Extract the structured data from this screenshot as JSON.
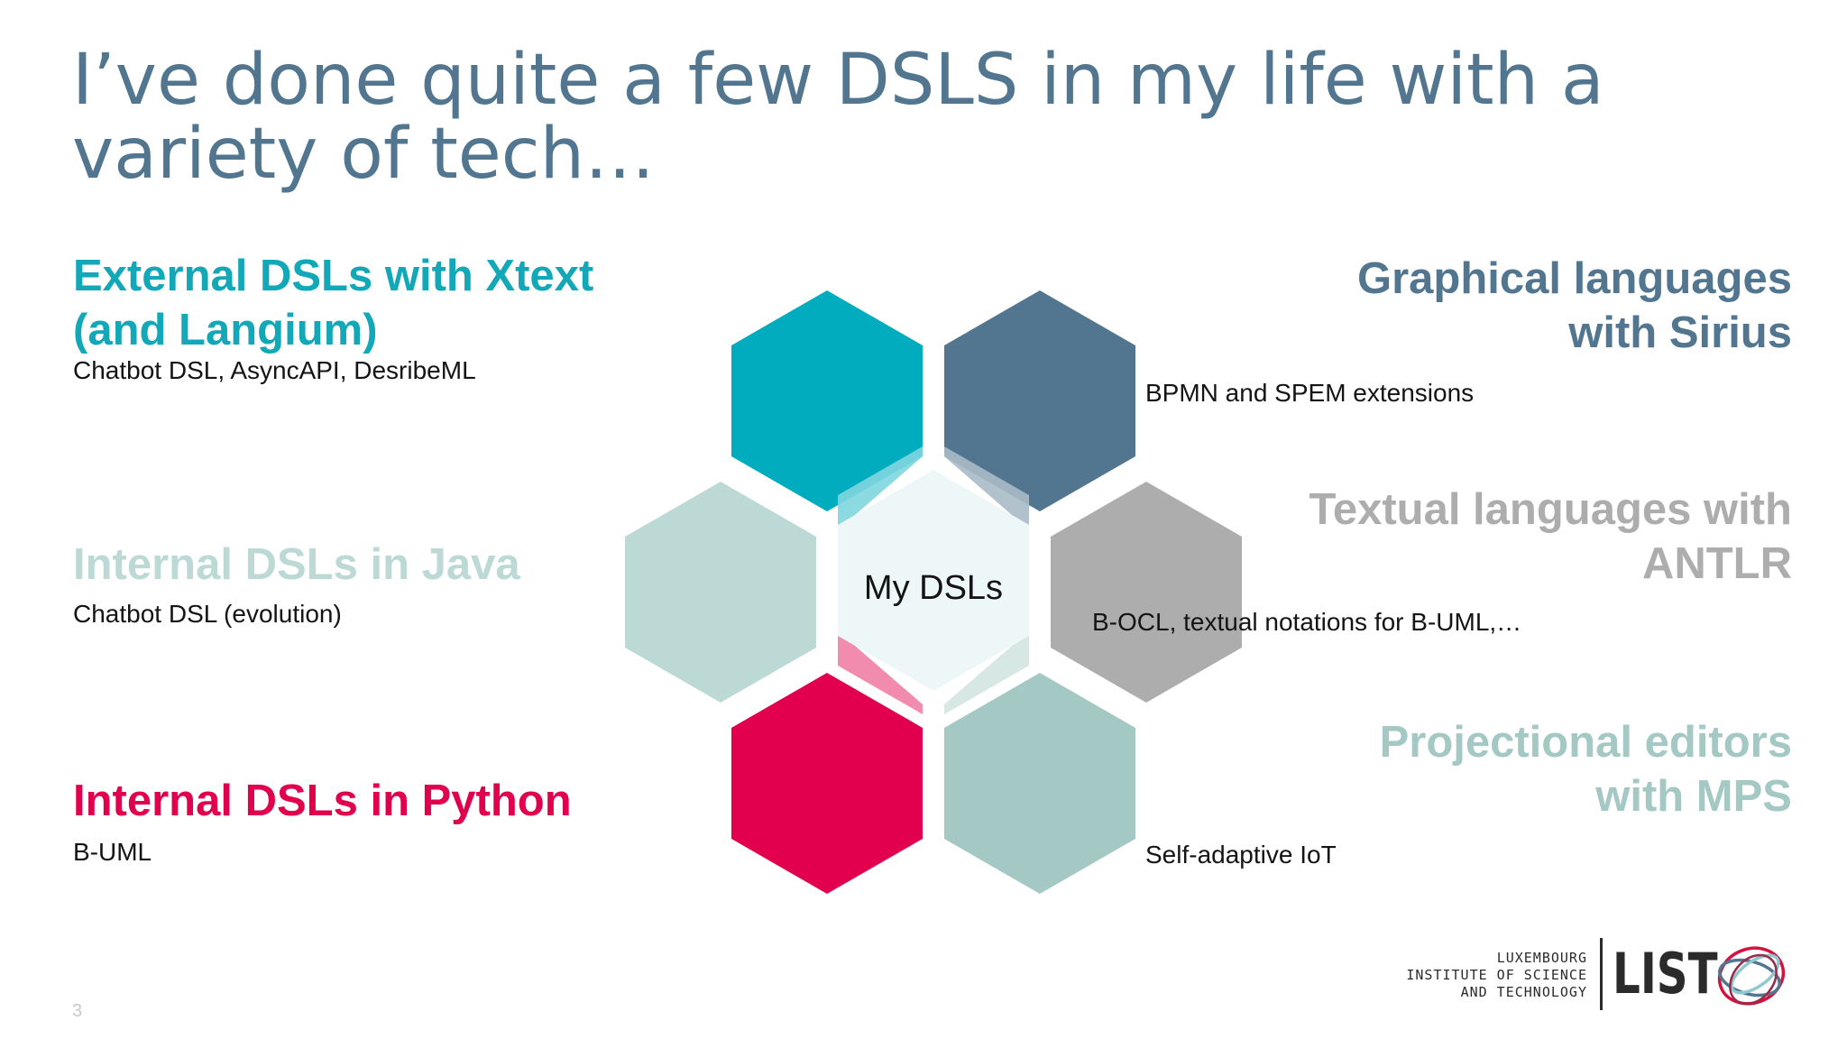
{
  "slide": {
    "title": "I’ve done quite a few DSLS in my life with a variety of tech…",
    "page_number": "3"
  },
  "left": [
    {
      "heading": "External DSLs with Xtext (and Langium)",
      "sub": "Chatbot DSL, AsyncAPI, DesribeML"
    },
    {
      "heading": "Internal DSLs in Java",
      "sub": "Chatbot DSL (evolution)"
    },
    {
      "heading": "Internal DSLs in Python",
      "sub": "B-UML"
    }
  ],
  "right": [
    {
      "heading": "Graphical languages with Sirius",
      "sub": "BPMN and SPEM extensions"
    },
    {
      "heading": "Textual languages with ANTLR",
      "sub": "B-OCL, textual notations for B-UML,…"
    },
    {
      "heading": "Projectional editors with MPS",
      "sub": "Self-adaptive IoT"
    }
  ],
  "diagram": {
    "center_label": "My DSLs",
    "colors": {
      "top_left": "#00acbd",
      "top_right": "#52768f",
      "left": "#bcd9d6",
      "right": "#adadad",
      "bottom_left": "#e2004e",
      "bottom_right": "#a4c8c4",
      "center": "#eef7f7"
    }
  },
  "logo": {
    "line1": "LUXEMBOURG",
    "line2": "INSTITUTE OF SCIENCE",
    "line3": "AND TECHNOLOGY",
    "word": "LIST",
    "icon": "list-globe-logo-icon"
  }
}
